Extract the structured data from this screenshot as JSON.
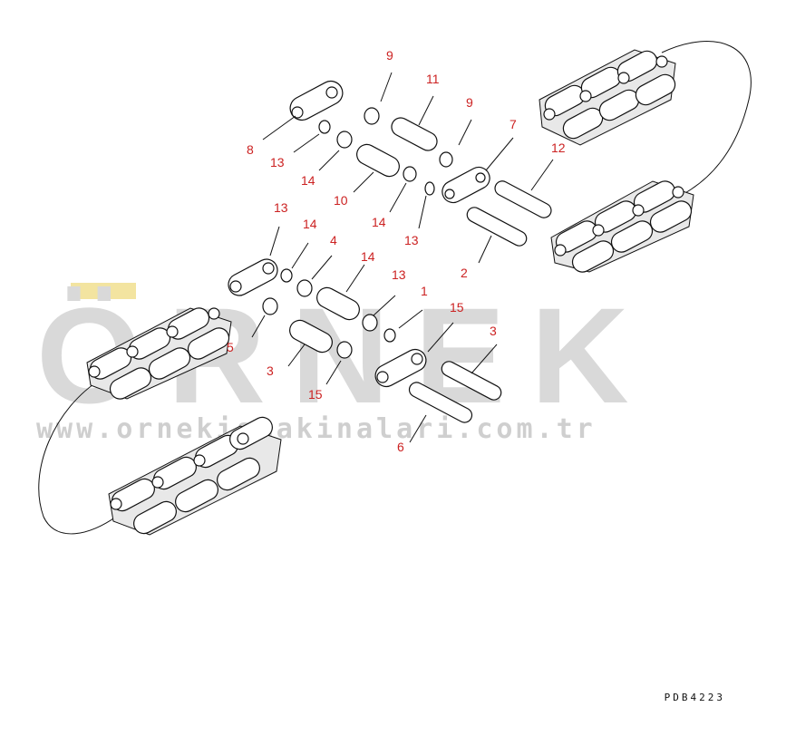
{
  "watermark": {
    "letters": "ÖRNEK",
    "url": "www.ornekismakinalari.com.tr"
  },
  "drawing_code": "PDB4223",
  "callouts": [
    "9",
    "11",
    "9",
    "7",
    "8",
    "13",
    "14",
    "10",
    "14",
    "13",
    "12",
    "2",
    "13",
    "14",
    "4",
    "14",
    "13",
    "1",
    "15",
    "3",
    "5",
    "3",
    "15",
    "6"
  ]
}
